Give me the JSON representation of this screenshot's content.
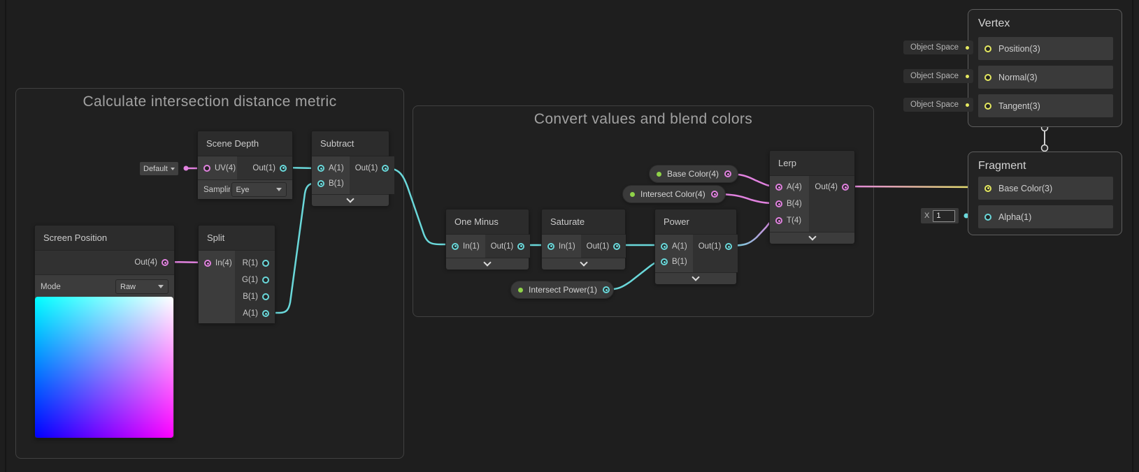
{
  "colors": {
    "cyan": "#6ad8da",
    "pink": "#e182df",
    "yellow": "#e5e960",
    "green": "#8fd349",
    "connector_gray": "#d9d9d9"
  },
  "groups": {
    "calc": "Calculate intersection distance metric",
    "convert": "Convert values and blend colors"
  },
  "nodes": {
    "scene_depth": {
      "title": "Scene Depth",
      "uv": "UV(4)",
      "out": "Out(1)",
      "sampler_label": "Samplir",
      "sampler_value": "Eye"
    },
    "subtract": {
      "title": "Subtract",
      "a": "A(1)",
      "b": "B(1)",
      "out": "Out(1)"
    },
    "screen_position": {
      "title": "Screen Position",
      "out": "Out(4)",
      "mode_label": "Mode",
      "mode_value": "Raw"
    },
    "split": {
      "title": "Split",
      "in": "In(4)",
      "r": "R(1)",
      "g": "G(1)",
      "b": "B(1)",
      "a": "A(1)"
    },
    "one_minus": {
      "title": "One Minus",
      "in": "In(1)",
      "out": "Out(1)"
    },
    "saturate": {
      "title": "Saturate",
      "in": "In(1)",
      "out": "Out(1)"
    },
    "power": {
      "title": "Power",
      "a": "A(1)",
      "b": "B(1)",
      "out": "Out(1)"
    },
    "lerp": {
      "title": "Lerp",
      "a": "A(4)",
      "b": "B(4)",
      "t": "T(4)",
      "out": "Out(4)"
    },
    "vertex": {
      "title": "Vertex",
      "space": "Object Space",
      "slots": [
        "Position(3)",
        "Normal(3)",
        "Tangent(3)"
      ]
    },
    "fragment": {
      "title": "Fragment",
      "base_color": "Base Color(3)",
      "alpha": "Alpha(1)",
      "x_label": "X",
      "x_value": "1"
    }
  },
  "properties": {
    "base_color": "Base Color(4)",
    "intersect_color": "Intersect Color(4)",
    "intersect_power": "Intersect Power(1)"
  },
  "inline": {
    "default_dropdown": "Default"
  }
}
